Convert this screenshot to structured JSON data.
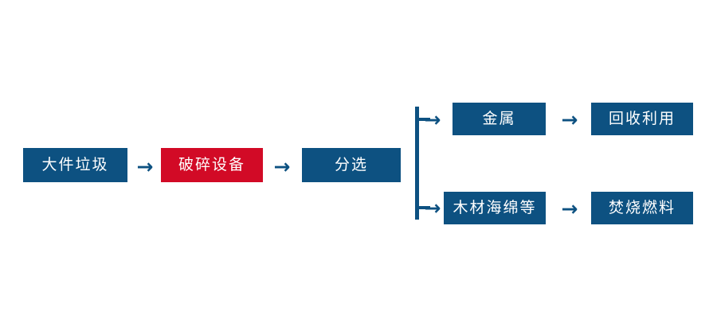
{
  "diagram": {
    "title": "bulky-waste-processing-flow",
    "colors": {
      "primary": "#0d5181",
      "highlight": "#d20a26",
      "text": "#ffffff",
      "background": "#ffffff"
    },
    "arrow_glyph": "→",
    "nodes": [
      {
        "id": "bulky-waste",
        "label": "大件垃圾",
        "color": "#0d5181"
      },
      {
        "id": "crushing-equipment",
        "label": "破碎设备",
        "color": "#d20a26"
      },
      {
        "id": "sorting",
        "label": "分选",
        "color": "#0d5181"
      },
      {
        "id": "metal",
        "label": "金属",
        "color": "#0d5181"
      },
      {
        "id": "recycling",
        "label": "回收利用",
        "color": "#0d5181"
      },
      {
        "id": "wood-sponge-etc",
        "label": "木材海绵等",
        "color": "#0d5181"
      },
      {
        "id": "incineration-fuel",
        "label": "焚烧燃料",
        "color": "#0d5181"
      }
    ],
    "connectors": [
      {
        "id": "arrow-waste-to-crusher",
        "glyph": "→"
      },
      {
        "id": "arrow-crusher-to-sorting",
        "glyph": "→"
      },
      {
        "id": "arrow-metal-to-recycling",
        "glyph": "→"
      },
      {
        "id": "arrow-wood-to-fuel",
        "glyph": "→"
      },
      {
        "id": "branch-arrow-top",
        "glyph": "→"
      },
      {
        "id": "branch-arrow-bottom",
        "glyph": "→"
      }
    ]
  }
}
